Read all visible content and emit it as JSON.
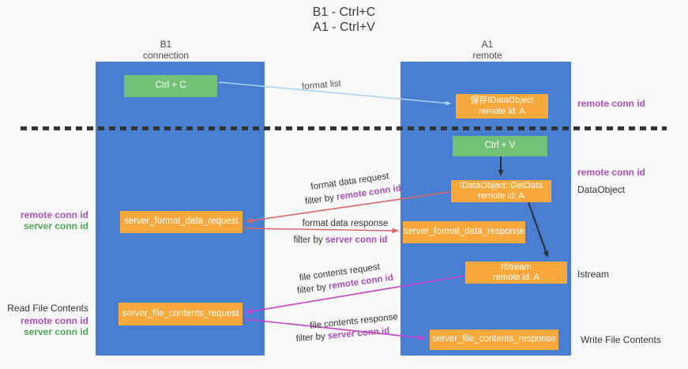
{
  "title": {
    "line1": "B1 - Ctrl+C",
    "line2": "A1 - Ctrl+V"
  },
  "lifelines": {
    "left": {
      "name": "B1",
      "role": "connection"
    },
    "right": {
      "name": "A1",
      "role": "remote"
    }
  },
  "nodes": {
    "ctrl_c": {
      "label": "Ctrl + C"
    },
    "save_idataobject": {
      "line1": "保存IDataObject",
      "line2": "remote id: A"
    },
    "ctrl_v": {
      "label": "Ctrl + V"
    },
    "getdata": {
      "line1": "IDataObject::GetData",
      "line2": "remote id: A"
    },
    "server_format_data_request": {
      "label": "server_format_data_request"
    },
    "server_format_data_response": {
      "label": "server_format_data_response"
    },
    "istream": {
      "line1": "IStream",
      "line2": "remote id: A"
    },
    "server_file_contents_request": {
      "label": "server_file_contents_request"
    },
    "server_file_contents_response": {
      "label": "server_file_contents_response"
    }
  },
  "edge_labels": {
    "format_list": "format list",
    "format_data_request": "format data request",
    "format_data_request_filter": {
      "prefix": "filter by ",
      "highlight": "remote conn id"
    },
    "format_data_response": "format data response",
    "format_data_response_filter": {
      "prefix": "filter by ",
      "highlight": "server conn id"
    },
    "file_contents_request": "file contents request",
    "file_contents_request_filter": {
      "prefix": "filter by ",
      "highlight": "remote conn id"
    },
    "file_contents_response": "file contents response",
    "file_contents_response_filter": {
      "prefix": "filter by ",
      "highlight": "server conn id"
    }
  },
  "side_labels": {
    "right_remote_conn_id_top": "remote conn id",
    "right_remote_conn_id_mid": "remote conn id",
    "dataobject": "DataObject",
    "istream": "Istream",
    "write_file_contents": "Write File Contents",
    "left_remote_conn_id_top": "remote conn id",
    "left_server_conn_id_top": "server conn id",
    "read_file_contents": "Read File Contents",
    "left_remote_conn_id_bottom": "remote conn id",
    "left_server_conn_id_bottom": "server conn id"
  },
  "colors": {
    "lifeline_blue": "#4a7ed2",
    "node_green": "#73c077",
    "node_orange": "#f9a93c",
    "arrow_light_blue": "#a8d2f0",
    "arrow_red": "#e06666",
    "arrow_magenta": "#c93fc9",
    "arrow_black": "#2f2f2f",
    "label_purple": "#a84fb8",
    "label_green": "#4aa855",
    "background": "#f8f8f8"
  }
}
